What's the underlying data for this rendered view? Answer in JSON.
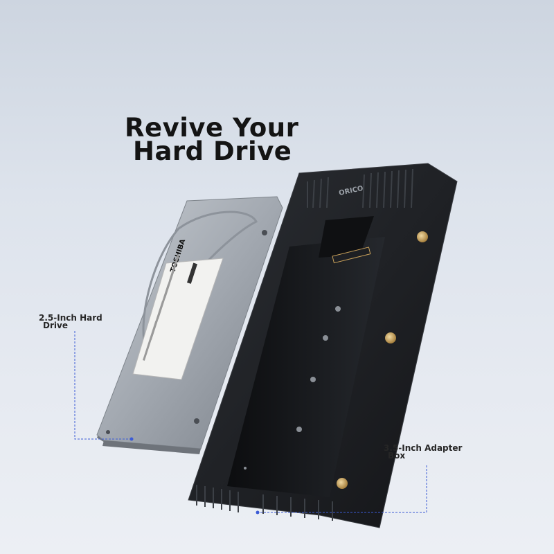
{
  "headline": {
    "line1": "Revive Your",
    "line2": "Hard Drive"
  },
  "callouts": {
    "hdd_line1": "2.5-Inch Hard",
    "hdd_line2": "Drive",
    "adapter_line1": "3.5-Inch Adapter",
    "adapter_line2": "Box"
  },
  "drive_label": {
    "brand": "TOSHIBA"
  },
  "enclosure": {
    "brand": "ORICO"
  },
  "colors": {
    "background": "#dde3ec",
    "enclosure_body": "#1b1d21",
    "drive_body": "#9aa0a8",
    "callout_line": "#3b5bd6",
    "screw": "#c9a15a"
  }
}
